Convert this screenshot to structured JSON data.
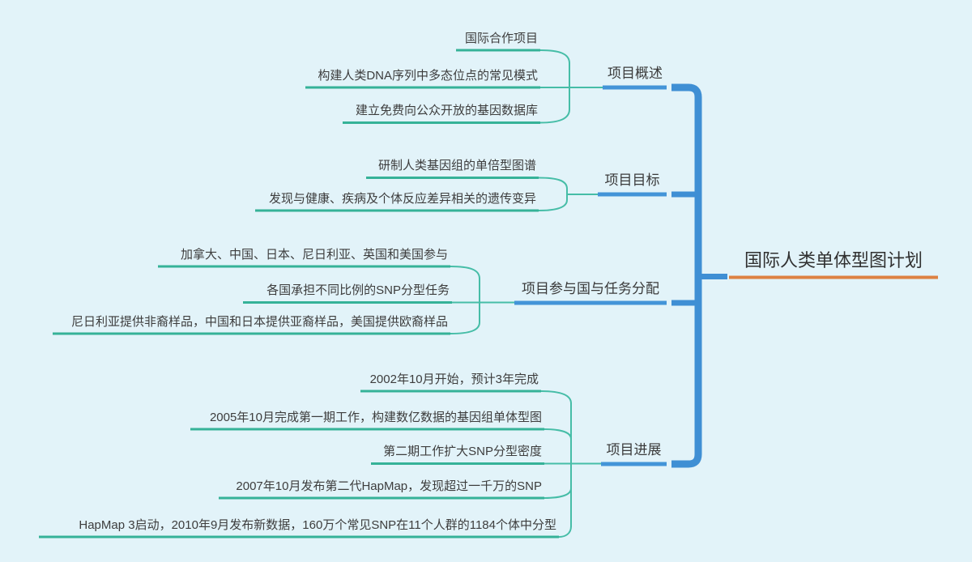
{
  "root": {
    "label": "国际人类单体型图计划"
  },
  "branches": [
    {
      "label": "项目概述",
      "leaves": [
        {
          "text": "国际合作项目"
        },
        {
          "text": "构建人类DNA序列中多态位点的常见模式"
        },
        {
          "text": "建立免费向公众开放的基因数据库"
        }
      ]
    },
    {
      "label": "项目目标",
      "leaves": [
        {
          "text": "研制人类基因组的单倍型图谱"
        },
        {
          "text": "发现与健康、疾病及个体反应差异相关的遗传变异"
        }
      ]
    },
    {
      "label": "项目参与国与任务分配",
      "leaves": [
        {
          "text": "加拿大、中国、日本、尼日利亚、英国和美国参与"
        },
        {
          "text": "各国承担不同比例的SNP分型任务"
        },
        {
          "text": "尼日利亚提供非裔样品，中国和日本提供亚裔样品，美国提供欧裔样品"
        }
      ]
    },
    {
      "label": "项目进展",
      "leaves": [
        {
          "text": "2002年10月开始，预计3年完成"
        },
        {
          "text": "2005年10月完成第一期工作，构建数亿数据的基因组单体型图"
        },
        {
          "text": "第二期工作扩大SNP分型密度"
        },
        {
          "text": "2007年10月发布第二代HapMap，发现超过一千万的SNP"
        },
        {
          "text": "HapMap 3启动，2010年9月发布新数据，160万个常见SNP在11个人群的1184个体中分型"
        }
      ]
    }
  ],
  "colors": {
    "background": "#e2f3f9",
    "leaf_line": "#35b298",
    "leaf_connector": "#46bda7",
    "branch_line": "#4394d8",
    "trunk_line": "#3f8fd4",
    "root_underline": "#dd8142",
    "text": "#3d3d3d"
  }
}
